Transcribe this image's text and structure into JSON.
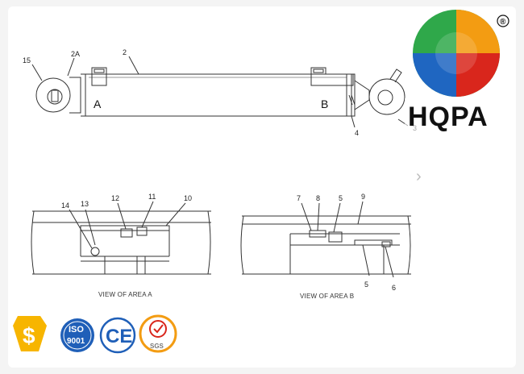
{
  "brand": {
    "name": "HQPA",
    "registered": "®",
    "colors": {
      "green": "#2fa84a",
      "blue": "#1f66c1",
      "orange": "#f39c12",
      "red": "#d9261c"
    }
  },
  "diagram": {
    "labels": {
      "l15": "15",
      "l2a": "2A",
      "l2": "2",
      "l4": "4",
      "l3": "3",
      "areaA": "A",
      "areaB": "B",
      "l14": "14",
      "l13": "13",
      "l12": "12",
      "l11": "11",
      "l10": "10",
      "l7": "7",
      "l8": "8",
      "l5a": "5",
      "l9": "9",
      "l5b": "5",
      "l6": "6"
    },
    "captions": {
      "viewA": "VIEW OF AREA A",
      "viewB": "VIEW OF AREA B"
    }
  },
  "certifications": {
    "iso_top": "ISO",
    "iso_bottom": "9001",
    "ce": "CE",
    "sgs": "SGS"
  },
  "nav": {
    "next_glyph": "›"
  }
}
